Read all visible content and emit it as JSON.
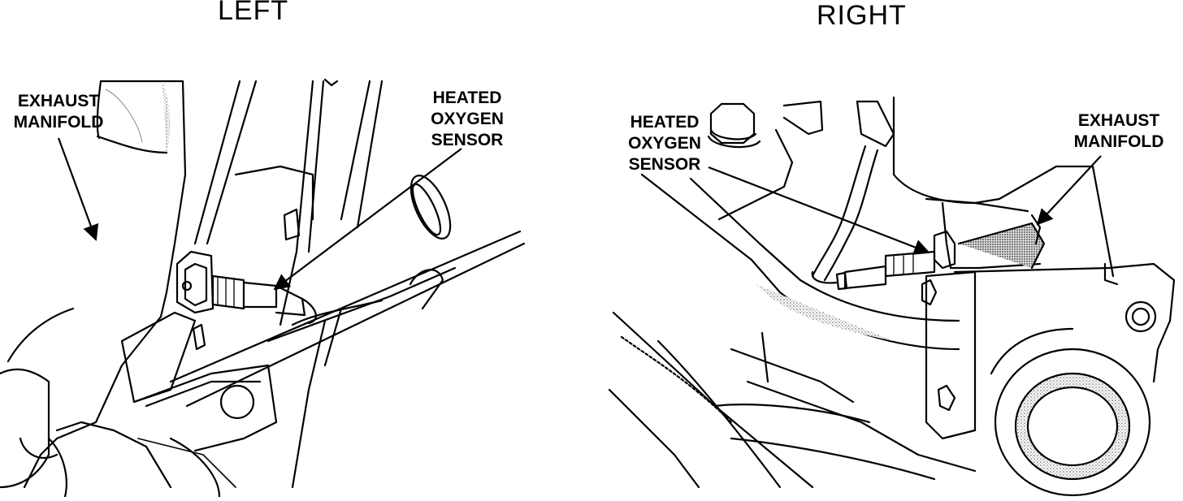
{
  "panels": {
    "left": {
      "heading": "LEFT",
      "callouts": {
        "manifold": [
          "EXHAUST",
          "MANIFOLD"
        ],
        "sensor": [
          "HEATED",
          "OXYGEN",
          "SENSOR"
        ]
      }
    },
    "right": {
      "heading": "RIGHT",
      "callouts": {
        "sensor": [
          "HEATED",
          "OXYGEN",
          "SENSOR"
        ],
        "manifold": [
          "EXHAUST",
          "MANIFOLD"
        ]
      }
    }
  }
}
